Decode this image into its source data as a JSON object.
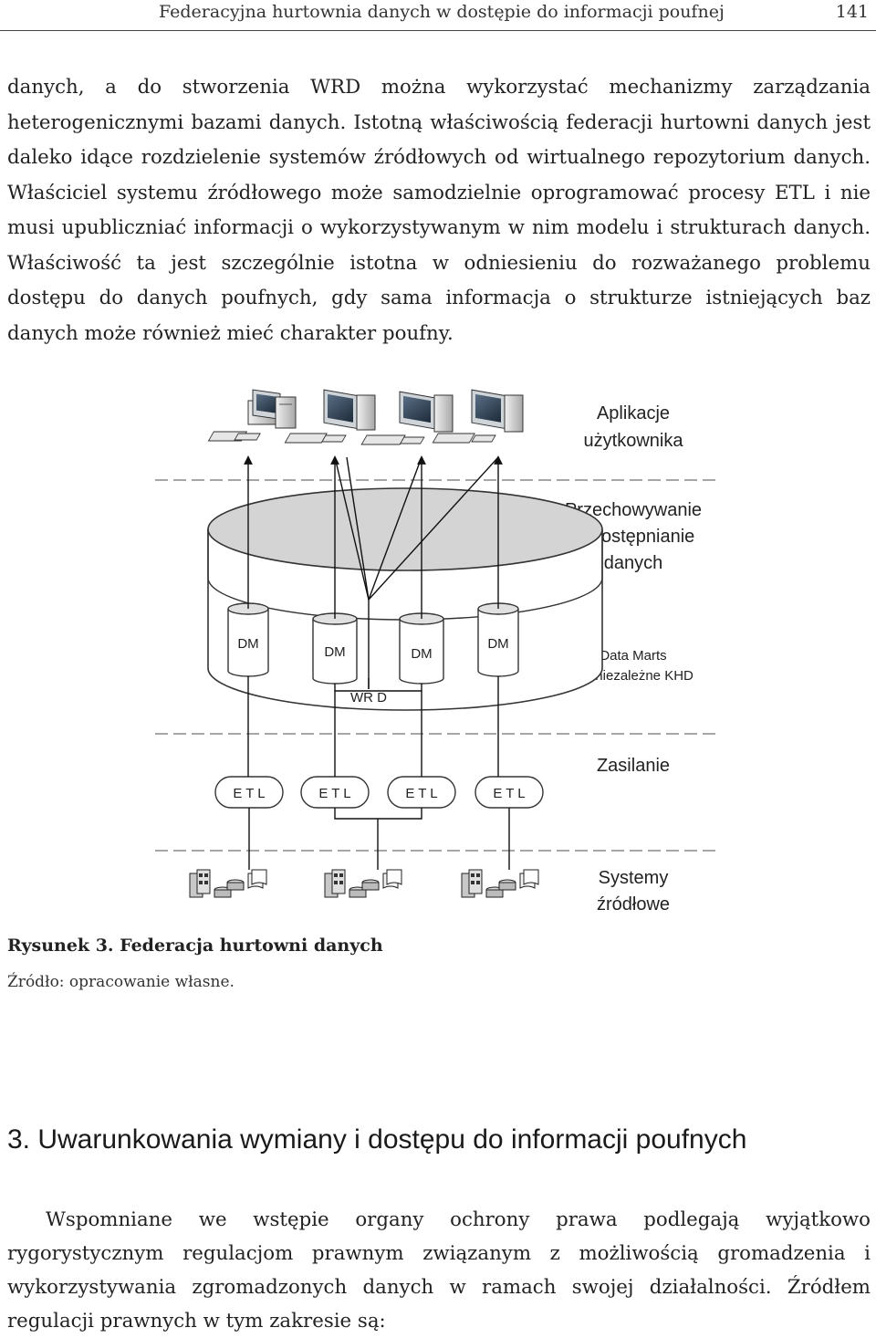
{
  "header": {
    "title": "Federacyjna hurtownia danych w dostępie do informacji poufnej",
    "page_number": "141"
  },
  "intro_paragraph": "danych, a do stworzenia WRD można wykorzystać mechanizmy zarządzania heterogenicznymi bazami danych. Istotną właściwością federacji hurtowni danych jest daleko idące rozdzielenie systemów źródłowych od wirtualnego repozytorium danych. Właściciel systemu źródłowego może samodzielnie oprogramować procesy ETL i nie musi upubliczniać informacji o wykorzystywanym w nim modelu i strukturach danych. Właściwość ta jest szczególnie istotna w odniesieniu do rozważanego problemu dostępu do danych poufnych, gdy sama informacja o strukturze istniejących baz danych może również mieć charakter poufny.",
  "figure": {
    "layer_labels": {
      "apps_line1": "Aplikacje",
      "apps_line2": "użytkownika",
      "storage_line1": "Przechowywanie",
      "storage_line2": "i udostępnianie",
      "storage_line3": "danych",
      "marts_line1": "Data Marts",
      "marts_line2": "lub niezależne KHD",
      "feed": "Zasilanie",
      "sources_line1": "Systemy",
      "sources_line2": "źródłowe"
    },
    "data_marts": [
      "DM",
      "DM",
      "DM",
      "DM"
    ],
    "wrd_label": "WR D",
    "etl_boxes": [
      "E T L",
      "E T L",
      "E T L",
      "E T L"
    ],
    "icon_names": [
      "workstation-icon",
      "server-icon",
      "database-icon",
      "document-icon"
    ]
  },
  "caption": "Rysunek 3. Federacja hurtowni danych",
  "source": "Źródło: opracowanie własne.",
  "section_heading": "3. Uwarunkowania wymiany i dostępu do informacji poufnych",
  "body_paragraph": "Wspomniane we wstępie organy ochrony prawa podlegają wyjątkowo rygorystycznym regulacjom prawnym związanym z możliwością gromadzenia i wykorzystywania zgromadzonych danych w ramach swojej działalności. Źródłem regulacji prawnych w tym zakresie są:"
}
